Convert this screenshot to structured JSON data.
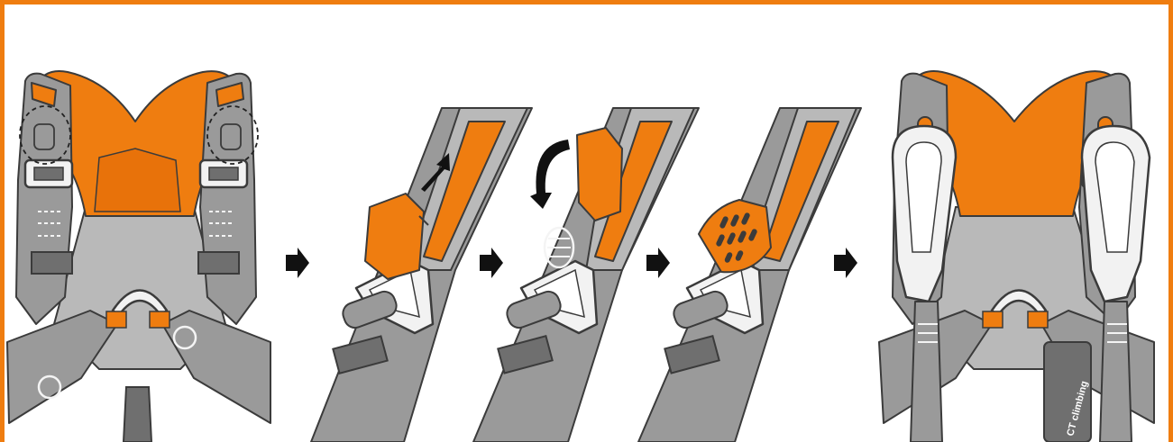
{
  "frame": {
    "border_color": "#ef7d10"
  },
  "colors": {
    "orange": "#ef7d10",
    "strap": "#9a9a9a",
    "dark": "#3b3b3b",
    "metal": "#f2f2f2"
  },
  "panels": [
    {
      "name": "harness-front-view",
      "icon": "harness-icon"
    },
    {
      "name": "buckle-step-lift-cover",
      "icon": "up-arrow-icon"
    },
    {
      "name": "buckle-step-rotate-cover",
      "icon": "rotate-arrow-icon"
    },
    {
      "name": "buckle-step-cover-closed",
      "icon": "cover-icon"
    },
    {
      "name": "harness-with-lanyard-connectors",
      "icon": "carabiner-icon"
    }
  ],
  "step_arrows": [
    "arrow-right-icon",
    "arrow-right-icon",
    "arrow-right-icon",
    "arrow-right-icon"
  ],
  "lanyard_label": "CT climbing"
}
